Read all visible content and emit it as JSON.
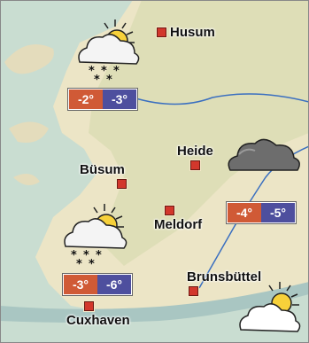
{
  "map": {
    "colors": {
      "sea": "#c9ddd1",
      "land": "#ece5c6",
      "land_dark": "#b9c697",
      "river": "#3a6fc0",
      "city_marker": "#d2372c",
      "temp_low": "#d05a36",
      "temp_high": "#4e4f9e"
    },
    "cities": {
      "husum": "Husum",
      "heide": "Heide",
      "buesum": "Büsum",
      "meldorf": "Meldorf",
      "brunsbuettel": "Brunsbüttel",
      "cuxhaven": "Cuxhaven"
    },
    "forecasts": {
      "north": {
        "low": "-2°",
        "high": "-3°",
        "icon": "sun-cloud-snow-icon"
      },
      "east": {
        "low": "-4°",
        "high": "-5°",
        "icon": "dark-cloud-icon"
      },
      "south": {
        "low": "-3°",
        "high": "-6°",
        "icon": "sun-cloud-snow-icon"
      },
      "southeast": {
        "icon": "sun-cloud-icon"
      }
    }
  }
}
